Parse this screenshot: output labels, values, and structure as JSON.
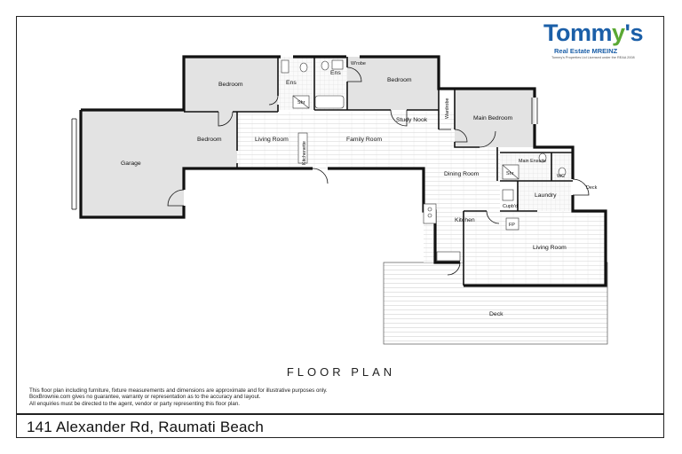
{
  "logo": {
    "name_part1": "Tomm",
    "name_y": "y",
    "name_part2": "'s",
    "tagline": "Real Estate MREINZ",
    "fine_print": "Tommy's Properties Ltd Licensed under the REAA 2008",
    "brand_color": "#1b5fa8",
    "accent_color": "#5aa833"
  },
  "rooms": {
    "bedroom_1": "Bedroom",
    "ens_1": "Ens",
    "ens_2": "Ens",
    "wrobe_1": "W'robe",
    "bedroom_2": "Bedroom",
    "study_nook": "Study Nook",
    "wardrobe_2": "Wardrobe",
    "main_bedroom": "Main Bedroom",
    "bedroom_3": "Bedroom",
    "living_room_1": "Living Room",
    "kitchenette": "Kitchenette",
    "family_room": "Family Room",
    "garage": "Garage",
    "dining_room": "Dining Room",
    "main_ensuite": "Main Ensuite",
    "wc": "WC",
    "deck_small": "Deck",
    "laundry": "Laundry",
    "cupbd": "Cupb'd",
    "kitchen": "Kitchen",
    "fp": "FP",
    "living_room_2": "Living Room",
    "deck_large": "Deck",
    "shr_1": "Shr",
    "shr_2": "Shr"
  },
  "plan_title": "FLOOR PLAN",
  "disclaimer": [
    "This floor plan including furniture, fixture measurements and dimensions are approximate and for illustrative purposes only.",
    "BoxBrownie.com gives no guarantee, warranty or representation as to the accuracy and layout.",
    "All enquiries must be directed to the agent, vendor or party representing this floor plan."
  ],
  "address": "141 Alexander Rd, Raumati Beach"
}
